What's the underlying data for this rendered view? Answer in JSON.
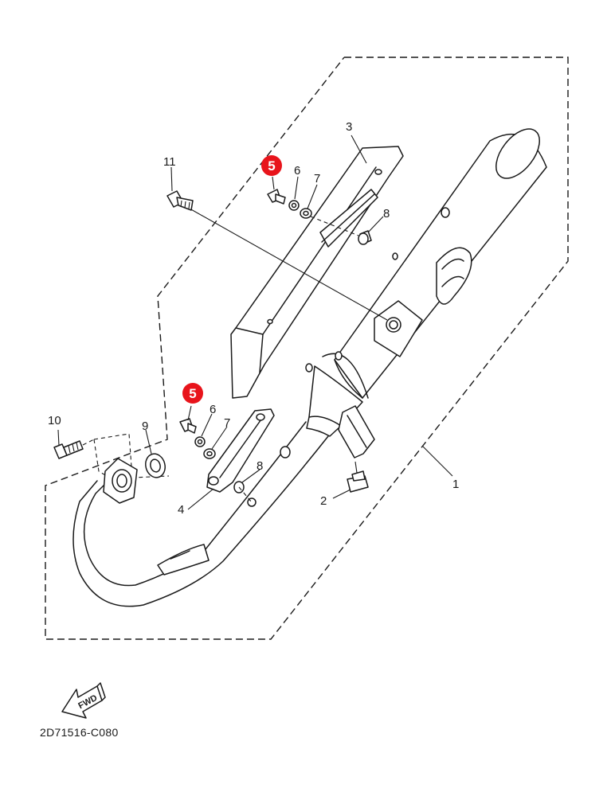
{
  "diagram": {
    "code": "2D71516-C080",
    "fwd_label": "FWD",
    "highlight_color": "#e8141b",
    "callouts": {
      "c1": "1",
      "c2": "2",
      "c3": "3",
      "c4": "4",
      "c5a": "5",
      "c5b": "5",
      "c6a": "6",
      "c6b": "6",
      "c7a": "7",
      "c7b": "7",
      "c8a": "8",
      "c8b": "8",
      "c9": "9",
      "c10": "10",
      "c11": "11"
    }
  }
}
